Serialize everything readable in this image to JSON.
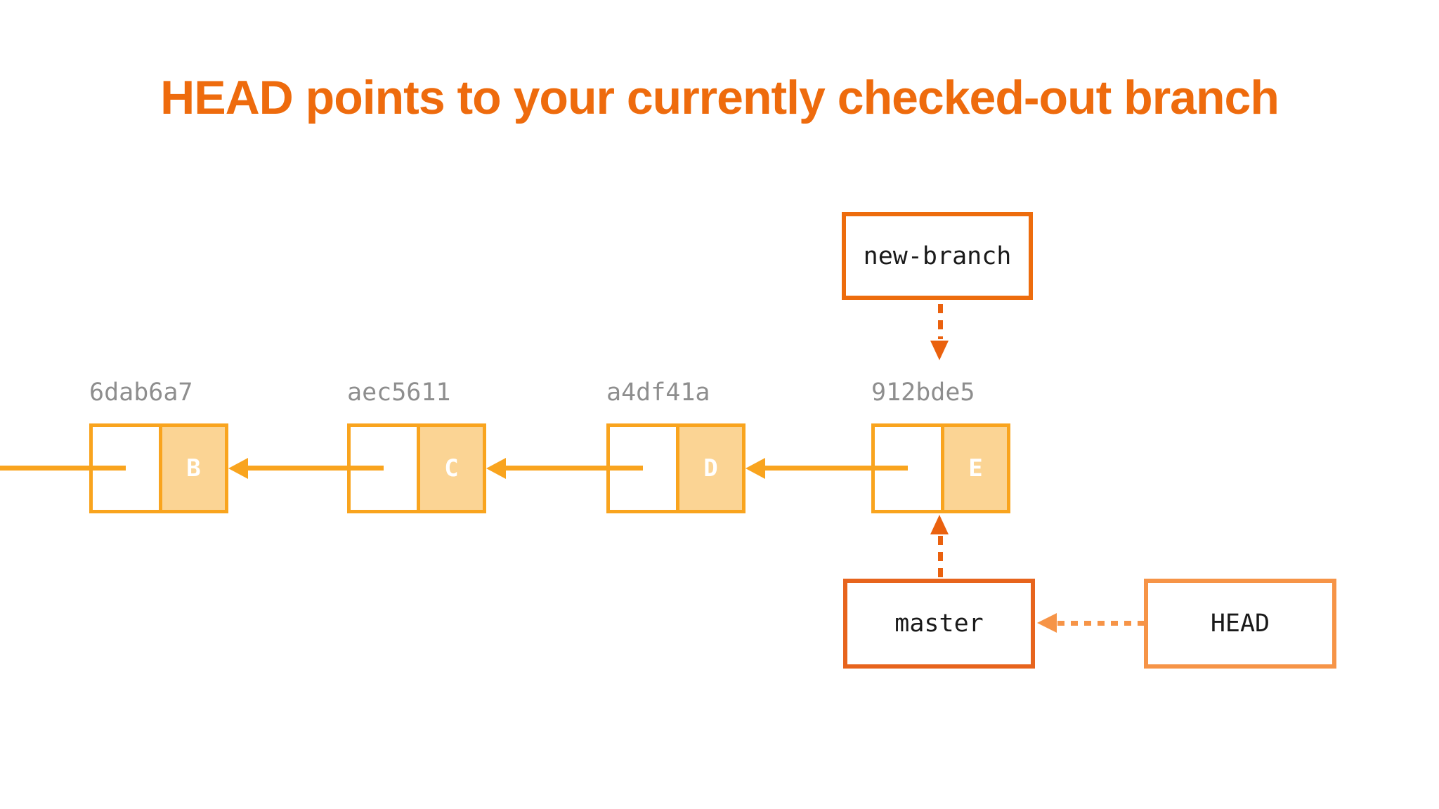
{
  "title": "HEAD points to your currently checked-out branch",
  "commits": [
    {
      "hash": "6dab6a7",
      "letter": "B"
    },
    {
      "hash": "aec5611",
      "letter": "C"
    },
    {
      "hash": "a4df41a",
      "letter": "D"
    },
    {
      "hash": "912bde5",
      "letter": "E"
    }
  ],
  "labels": {
    "new_branch": "new-branch",
    "master": "master",
    "head": "HEAD"
  },
  "colors": {
    "background": "#FFFFFF",
    "title": "#EE6B0D",
    "node_border": "#F9A41E",
    "node_fill": "#FBD494",
    "solid_arrow": "#F9A41E",
    "new_branch_border": "#ED6C0D",
    "branch_arrow": "#EA610E",
    "master_border": "#E7641D",
    "head_border": "#F69447",
    "hash_text": "#8E8E8E",
    "label_text": "#1A1A1A",
    "letter_text": "#FFFFFF"
  }
}
